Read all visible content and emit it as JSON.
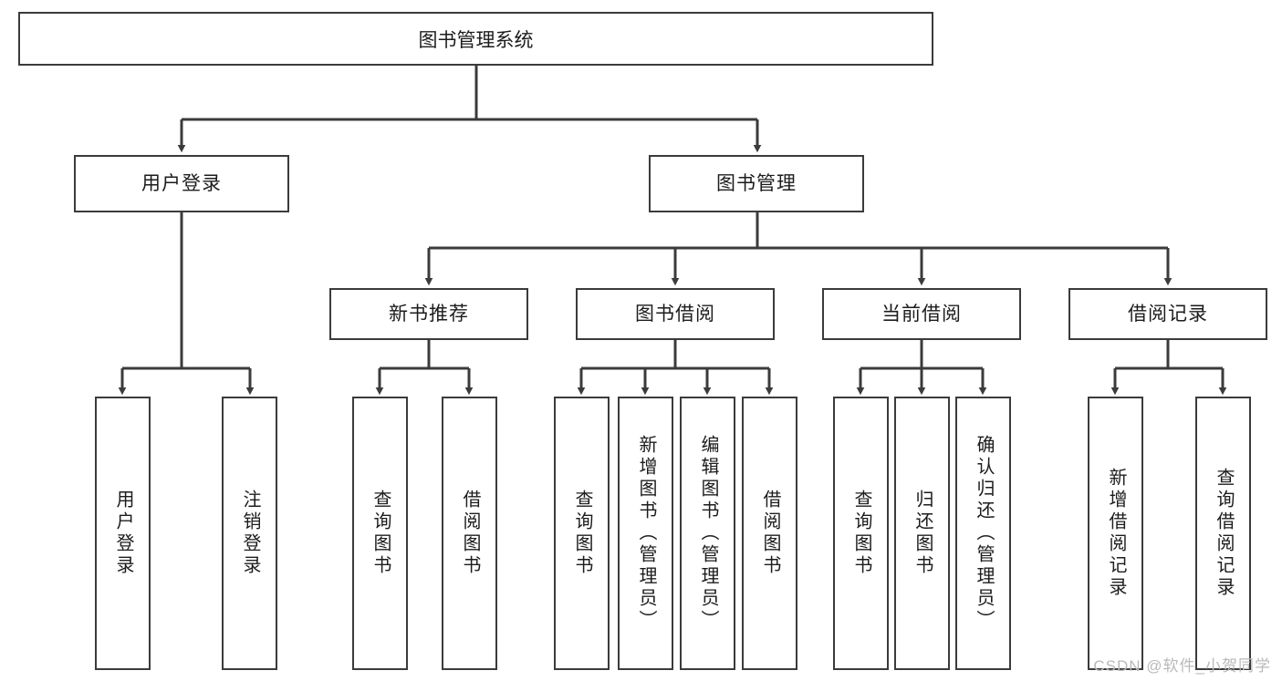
{
  "diagram": {
    "title": "图书管理系统",
    "type": "功能结构图",
    "levels": {
      "root": {
        "label": "图书管理系统"
      },
      "level2": [
        {
          "id": "user-login",
          "label": "用户登录"
        },
        {
          "id": "book-management",
          "label": "图书管理"
        }
      ],
      "level3": [
        {
          "id": "new-book-recommend",
          "label": "新书推荐",
          "parent": "book-management"
        },
        {
          "id": "book-borrow",
          "label": "图书借阅",
          "parent": "book-management"
        },
        {
          "id": "current-borrow",
          "label": "当前借阅",
          "parent": "book-management"
        },
        {
          "id": "borrow-record",
          "label": "借阅记录",
          "parent": "book-management"
        }
      ],
      "leaves": [
        {
          "id": "leaf-user-login",
          "label": "用户登录",
          "parent": "user-login"
        },
        {
          "id": "leaf-user-logout",
          "label": "注销登录",
          "parent": "user-login"
        },
        {
          "id": "leaf-query-book-1",
          "label": "查询图书",
          "parent": "new-book-recommend"
        },
        {
          "id": "leaf-borrow-book-1",
          "label": "借阅图书",
          "parent": "new-book-recommend"
        },
        {
          "id": "leaf-query-book-2",
          "label": "查询图书",
          "parent": "book-borrow"
        },
        {
          "id": "leaf-add-book",
          "label": "新增图书（管理员）",
          "parent": "book-borrow"
        },
        {
          "id": "leaf-edit-book",
          "label": "编辑图书（管理员）",
          "parent": "book-borrow"
        },
        {
          "id": "leaf-borrow-book-2",
          "label": "借阅图书",
          "parent": "book-borrow"
        },
        {
          "id": "leaf-query-book-3",
          "label": "查询图书",
          "parent": "current-borrow"
        },
        {
          "id": "leaf-return-book",
          "label": "归还图书",
          "parent": "current-borrow"
        },
        {
          "id": "leaf-confirm-return",
          "label": "确认归还（管理员）",
          "parent": "current-borrow"
        },
        {
          "id": "leaf-add-record",
          "label": "新增借阅记录",
          "parent": "borrow-record"
        },
        {
          "id": "leaf-query-record",
          "label": "查询借阅记录",
          "parent": "borrow-record"
        }
      ]
    },
    "colors": {
      "border": "#3b3b3b",
      "text": "#1c1c1c",
      "background": "#ffffff",
      "watermark": "#b9b9b9"
    }
  },
  "watermark": {
    "text": "CSDN @软件_小贺同学"
  }
}
